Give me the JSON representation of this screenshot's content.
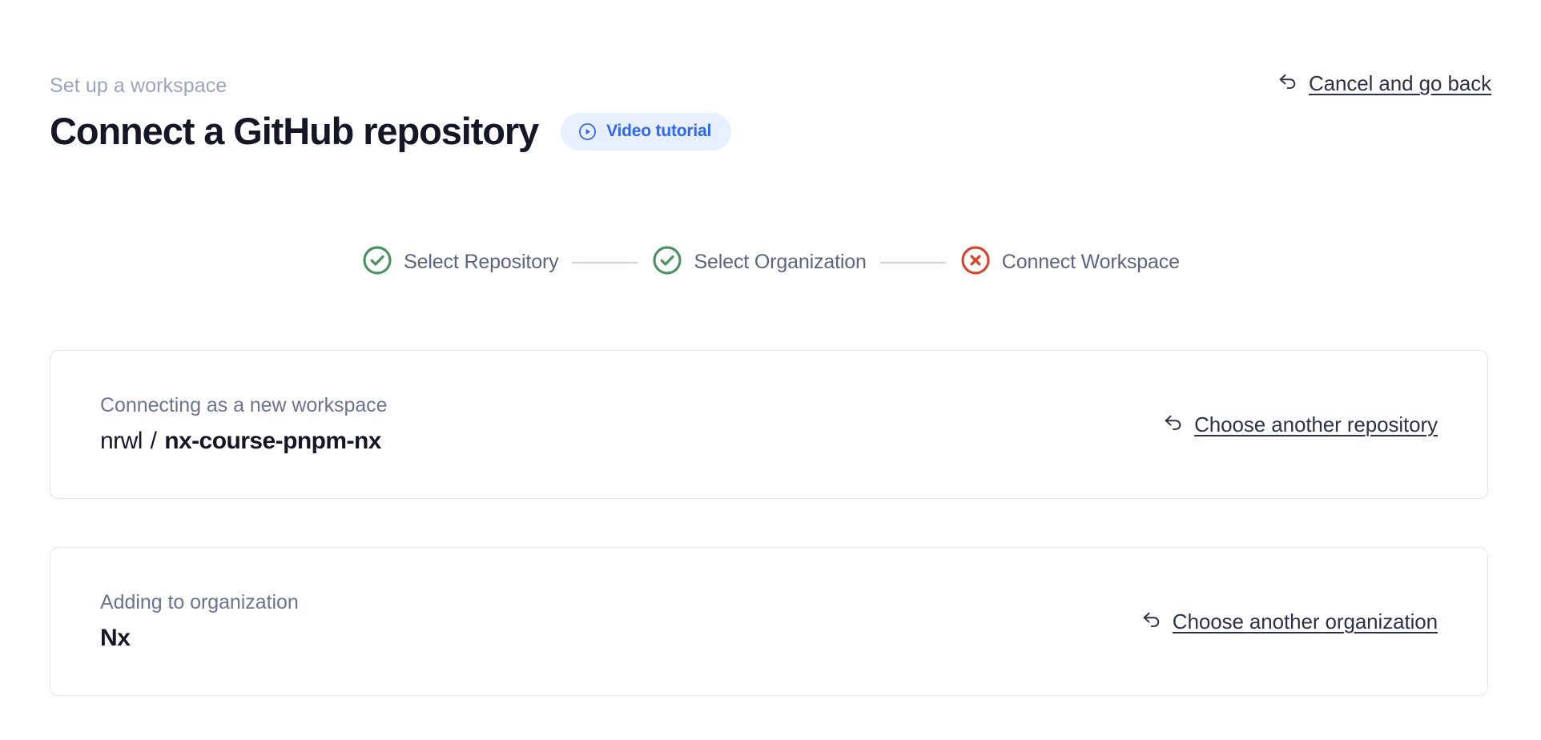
{
  "header": {
    "breadcrumb": "Set up a workspace",
    "title": "Connect a GitHub repository",
    "video_tutorial_label": "Video tutorial",
    "video_tutorial_icon": "play-circle-icon",
    "cancel_label": "Cancel and go back",
    "cancel_icon": "back-arrow-icon"
  },
  "stepper": {
    "steps": [
      {
        "label": "Select Repository",
        "state": "complete",
        "icon": "check-circle-icon"
      },
      {
        "label": "Select Organization",
        "state": "complete",
        "icon": "check-circle-icon"
      },
      {
        "label": "Connect Workspace",
        "state": "error",
        "icon": "x-circle-icon"
      }
    ]
  },
  "cards": {
    "repository": {
      "caption": "Connecting as a new workspace",
      "owner": "nrwl",
      "separator": "/",
      "name": "nx-course-pnpm-nx",
      "action_label": "Choose another repository",
      "action_icon": "back-arrow-icon"
    },
    "organization": {
      "caption": "Adding to organization",
      "name": "Nx",
      "action_label": "Choose another organization",
      "action_icon": "back-arrow-icon"
    }
  },
  "colors": {
    "accent_blue": "#2f66f4",
    "pill_background": "#e8efff",
    "success_green": "#4a9160",
    "error_red": "#d8442c",
    "text_primary": "#151726",
    "text_muted": "#6b7491",
    "text_breadcrumb": "#9ba4ba",
    "connector": "#ccd3e2",
    "card_border": "#e5e6ef",
    "background": "#ffffff"
  }
}
